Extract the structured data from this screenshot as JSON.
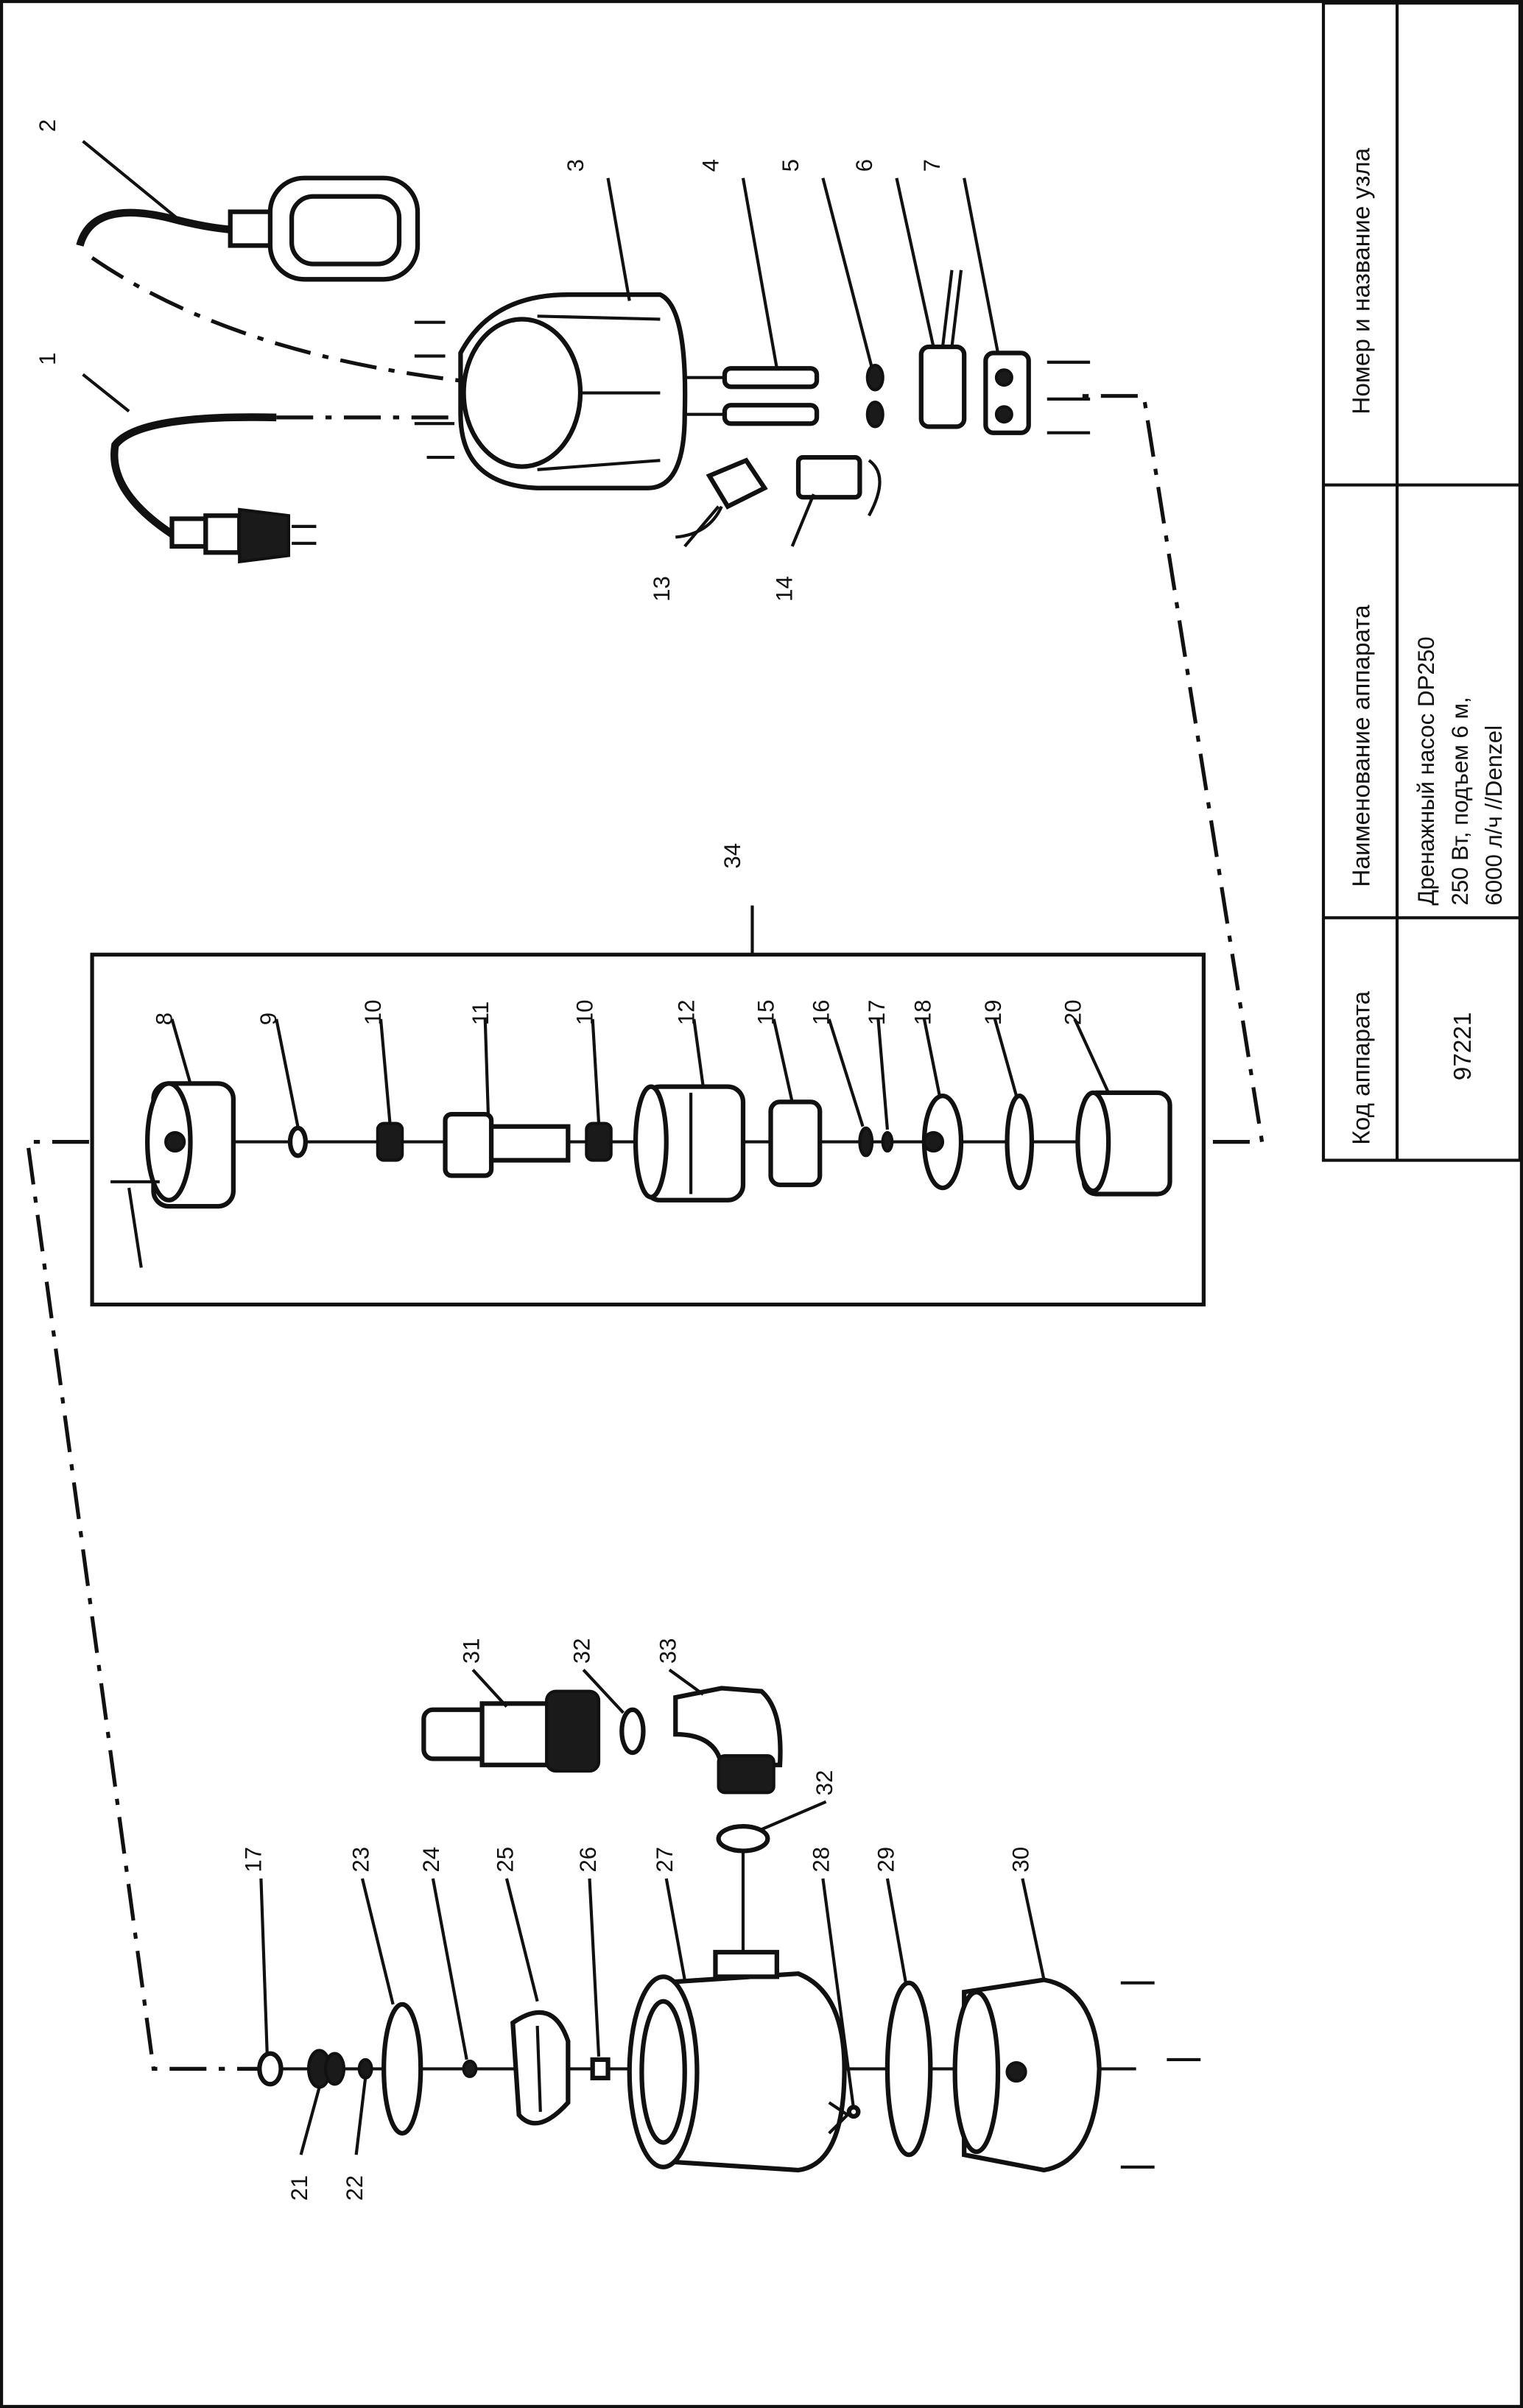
{
  "table": {
    "col_code_header": "Код аппарата",
    "col_name_header": "Наименование аппарата",
    "col_unit_header": "Номер и название узла",
    "code": "97221",
    "name_line1": "Дренажный насос DP250",
    "name_line2": "250 Вт, подъем 6 м,",
    "name_line3": "6000 л/ч //Denzel",
    "unit_value": ""
  },
  "callouts": {
    "p1": "1",
    "p2": "2",
    "p3": "3",
    "p4": "4",
    "p5": "5",
    "p6": "6",
    "p7": "7",
    "p8": "8",
    "p9": "9",
    "p10a": "10",
    "p10b": "10",
    "p11": "11",
    "p12": "12",
    "p13": "13",
    "p14": "14",
    "p15": "15",
    "p16": "16",
    "p17a": "17",
    "p17b": "17",
    "p18": "18",
    "p19": "19",
    "p20": "20",
    "p21": "21",
    "p22": "22",
    "p23": "23",
    "p24": "24",
    "p25": "25",
    "p26": "26",
    "p27": "27",
    "p28": "28",
    "p29": "29",
    "p30": "30",
    "p31": "31",
    "p32a": "32",
    "p32b": "32",
    "p33": "33",
    "p34": "34"
  }
}
